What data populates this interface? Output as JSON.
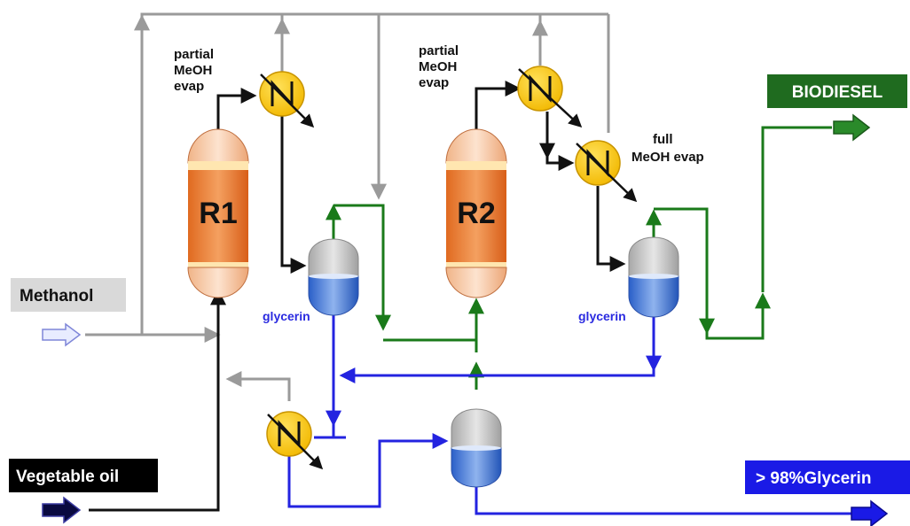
{
  "labels": {
    "methanol": "Methanol",
    "vegetable_oil": "Vegetable oil",
    "biodiesel": "BIODIESEL",
    "glycerin_out": "> 98%Glycerin",
    "r1": "R1",
    "r2": "R2",
    "evap1": [
      "partial",
      "MeOH",
      "evap"
    ],
    "evap2": [
      "partial",
      "MeOH",
      "evap"
    ],
    "evap3": [
      "full",
      "MeOH evap"
    ],
    "glycerin_sep1": "glycerin",
    "glycerin_sep2": "glycerin"
  },
  "colors": {
    "gray_line": "#9a9a9a",
    "black_line": "#111111",
    "green_line": "#1a7a1a",
    "blue_line": "#2323e0",
    "methanol_box": "#d9d9d9",
    "oil_box": "#000000",
    "biodiesel_box": "#1f6b1f",
    "glycerin_box": "#1a1ae6",
    "heat_exchanger": "#f7c600",
    "reactor_body": "#e8772a",
    "reactor_cap": "#f6c9a4"
  },
  "icons": {
    "heat_exchanger": "heat-exchanger-icon",
    "reactor": "reactor-icon",
    "separator": "separator-icon",
    "arrow": "flow-arrow-icon"
  }
}
